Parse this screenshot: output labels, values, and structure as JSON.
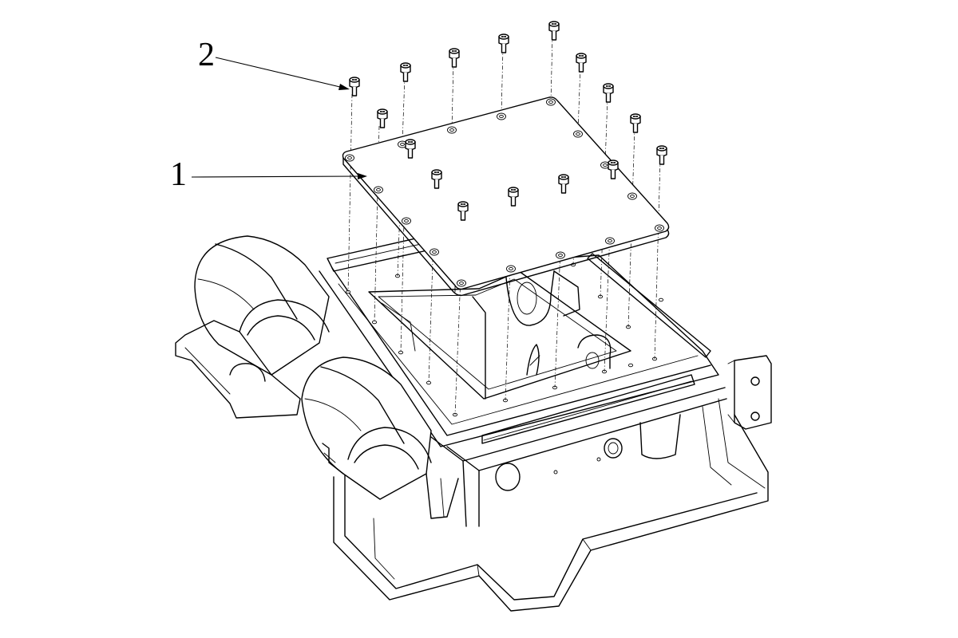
{
  "callouts": [
    {
      "label": "1",
      "part": "cover-plate"
    },
    {
      "label": "2",
      "part": "screw"
    }
  ],
  "colors": {
    "line": "#000000",
    "background": "#ffffff"
  }
}
